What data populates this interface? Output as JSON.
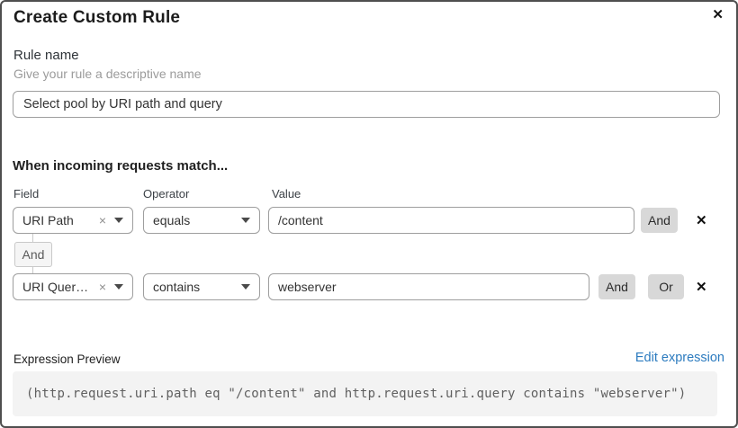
{
  "dialog": {
    "title": "Create Custom Rule",
    "close_glyph": "✕"
  },
  "rule_name": {
    "label": "Rule name",
    "helper": "Give your rule a descriptive name",
    "value": "Select pool by URI path and query"
  },
  "match": {
    "heading": "When incoming requests match...",
    "columns": {
      "field": "Field",
      "operator": "Operator",
      "value": "Value"
    },
    "connector": "And",
    "rows": [
      {
        "field": "URI Path",
        "clear_glyph": "×",
        "operator": "equals",
        "value": "/content",
        "and_label": "And",
        "remove_glyph": "✕"
      },
      {
        "field": "URI Query St...",
        "clear_glyph": "×",
        "operator": "contains",
        "value": "webserver",
        "and_label": "And",
        "or_label": "Or",
        "remove_glyph": "✕"
      }
    ]
  },
  "expression": {
    "label": "Expression Preview",
    "edit_link": "Edit expression",
    "code": "(http.request.uri.path eq \"/content\" and http.request.uri.query contains \"webserver\")"
  },
  "colors": {
    "link_blue": "#2c7bbf",
    "button_gray": "#d8d8d8",
    "code_background": "#f3f3f3",
    "dialog_border": "#4f4f4f"
  }
}
